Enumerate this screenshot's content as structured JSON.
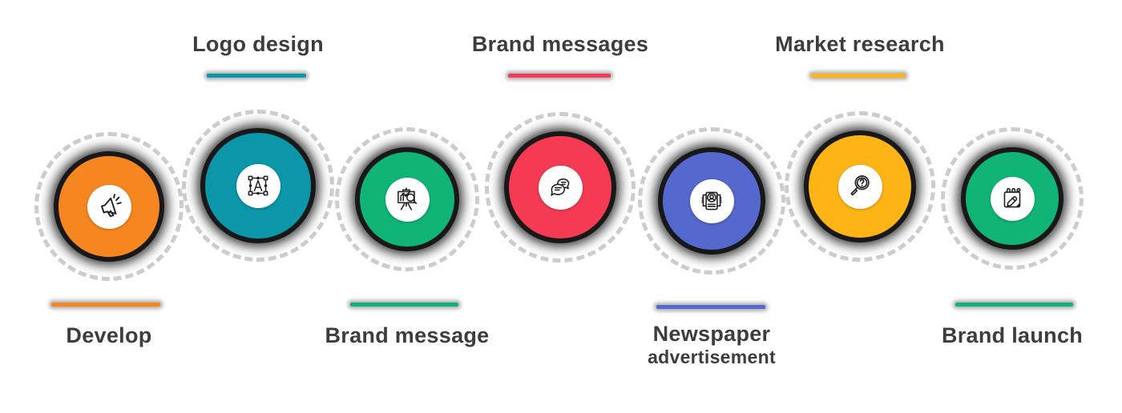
{
  "diagram": {
    "type": "process-infographic",
    "step_count": 7
  },
  "steps": [
    {
      "id": 1,
      "label": "Develop",
      "label_position": "bottom",
      "accent": "#F6861F",
      "icon": "megaphone"
    },
    {
      "id": 2,
      "label": "Logo design",
      "label_position": "top",
      "accent": "#0C96A9",
      "icon": "vector-letter-a"
    },
    {
      "id": 3,
      "label": "Brand message",
      "label_position": "bottom",
      "accent": "#10B576",
      "icon": "presentation-chart"
    },
    {
      "id": 4,
      "label": "Brand messages",
      "label_position": "top",
      "accent": "#F43B53",
      "icon": "chat-bubbles"
    },
    {
      "id": 5,
      "label": "Newspaper",
      "label_line2": "advertisement",
      "label_position": "bottom",
      "accent": "#5568CD",
      "icon": "newspaper-profile"
    },
    {
      "id": 6,
      "label": "Market research",
      "label_position": "top",
      "accent": "#FDB515",
      "icon": "magnifier-question"
    },
    {
      "id": 7,
      "label": "Brand launch",
      "label_position": "bottom",
      "accent": "#10B576",
      "icon": "calendar-pencil"
    }
  ],
  "colors": {
    "text": "#3D3D3D",
    "dashed_ring": "#CDCDCD",
    "circle_halo": "#181818",
    "icon_stroke": "#222222",
    "inner_circle": "#FFFFFF",
    "background": "#FFFFFF"
  }
}
